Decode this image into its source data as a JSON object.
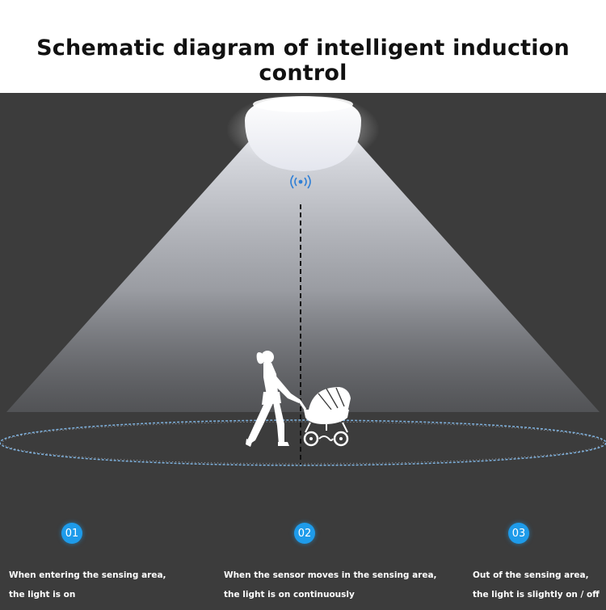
{
  "title": "Schematic diagram of intelligent induction control",
  "steps": [
    {
      "number": "01",
      "line1": "When entering the sensing area,",
      "line2": "the light is on"
    },
    {
      "number": "02",
      "line1": "When the sensor moves in the sensing area,",
      "line2": "the light is on continuously"
    },
    {
      "number": "03",
      "line1": "Out of the sensing area,",
      "line2": "the light is slightly on / off"
    }
  ],
  "colors": {
    "background": "#3c3c3c",
    "badge": "#1e9bea",
    "beam": "#d8dbe2",
    "sensor_signal": "#2f7fd6"
  },
  "icons": {
    "lamp": "ceiling-lamp-icon",
    "sensor": "radar-signal-icon",
    "person": "woman-pushing-stroller-icon"
  }
}
